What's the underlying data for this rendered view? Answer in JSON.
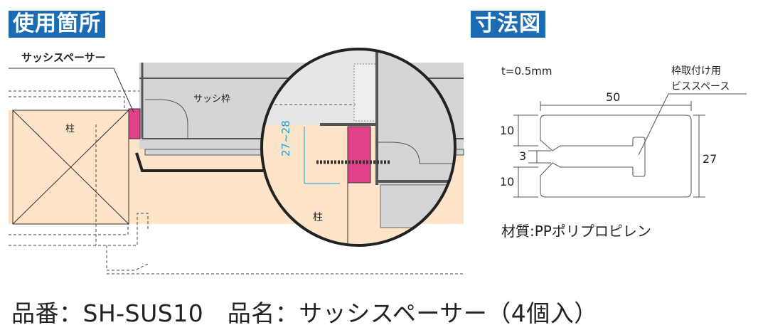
{
  "usage": {
    "title": "使用箇所",
    "spacer_label": "サッシスペーサー",
    "frame_label": "サッシ枠",
    "pillar_label": "柱",
    "zoom_pillar_label": "柱",
    "range_label": "27~28"
  },
  "dimensions": {
    "title": "寸法図",
    "thickness": "t=0.5mm",
    "screw_label_1": "枠取付け用",
    "screw_label_2": "ビススペース",
    "width": "50",
    "height": "27",
    "upper": "10",
    "gap": "3",
    "lower": "10",
    "material": "材質:PPポリプロピレン"
  },
  "product": {
    "line": "品番：SH-SUS10　品名：サッシスペーサー（4個入）"
  },
  "colors": {
    "title_bg": "#1b6cb3",
    "spacer": "#e0428a",
    "wood": "#fde3c8",
    "frame": "#d4d5d7",
    "dimension": "#1aa0d8"
  }
}
